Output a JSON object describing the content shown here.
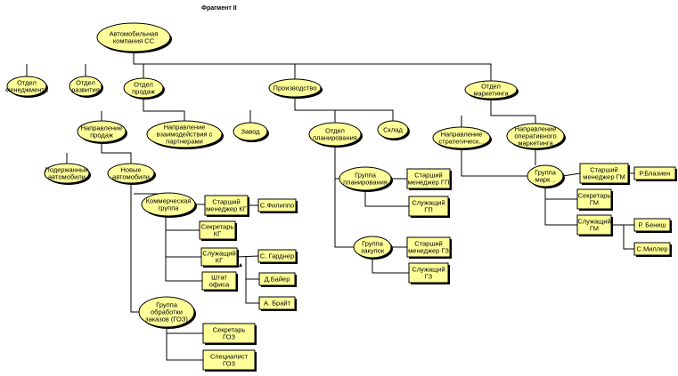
{
  "title": "Фрагмент II",
  "nodes": {
    "company": "Автомобильная компания СС",
    "mgmt_dept": "Отдел менеджмента",
    "dev_dept": "Отдел развития",
    "sales_dept": "Отдел продаж",
    "production": "Производство",
    "marketing_dept": "Отдел маркетинга",
    "sales_direction": "Направление продаж",
    "partner_direction": "Направление взаимодействия с партнерами",
    "used_cars": "Подержанные автомобили",
    "new_cars": "Новые автомобили",
    "commercial_group": "Коммерческая группа",
    "senior_mgr_kg": "Старший менеджер КГ",
    "philippo": "С.Филиппо",
    "secretary_kg": "Секретарь КГ",
    "clerk_kg": "Служащий КГ",
    "gardner": "С. Гарднер",
    "office_staff": "Штат офиса",
    "bayer": "Д.Байер",
    "bright": "А. Брайт",
    "order_group": "Группа обработки заказов (ГОЗ)",
    "secretary_goz": "Секретарь ГОЗ",
    "specialist_goz": "Специалист ГОЗ",
    "factory": "Завод",
    "planning_dept": "Отдел планирования",
    "warehouse": "Склад",
    "planning_group": "Группа планирования",
    "senior_mgr_gp": "Старший менеджер ГП",
    "clerk_gp": "Служащий ГП",
    "purchase_group": "Группа закупок",
    "senior_mgr_gz": "Старший менеджер ГЗ",
    "clerk_gz": "Служащий ГЗ",
    "strategic_direction": "Направление стратегическ...",
    "operative_direction": "Направление оперативного маркетинга",
    "marketing_group": "Группа марк...",
    "senior_mgr_gm": "Старший менеджер ГМ",
    "blazen": "Р.Блазиен",
    "secretary_gm": "Секретарь ГМ",
    "clerk_gm": "Служащий ГМ",
    "benish": "Р. Бениш",
    "miller": "С.Миллер"
  }
}
